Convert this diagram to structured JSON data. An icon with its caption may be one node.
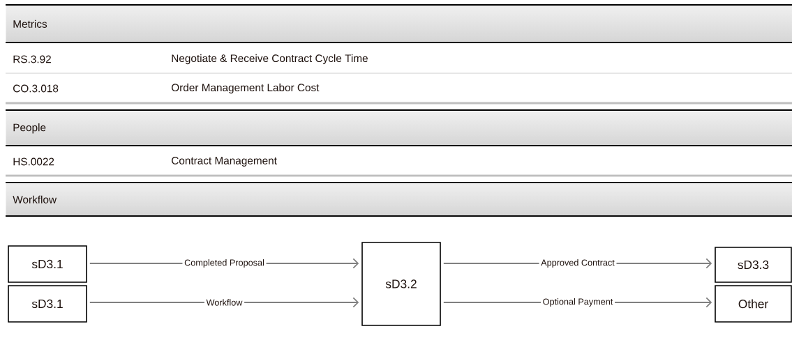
{
  "diagram": {
    "nodes": [
      {
        "text": [
          "Metrics"
        ]
      },
      {
        "text": [
          "People"
        ]
      },
      {
        "text": [
          "Workflow"
        ]
      },
      {
        "text": [
          "sD3.1"
        ]
      },
      {
        "text": [
          "sD3.1"
        ]
      },
      {
        "text": [
          "sD3.2"
        ]
      },
      {
        "text": [
          "sD3.3"
        ]
      },
      {
        "text": [
          "Other"
        ]
      }
    ],
    "edges": [
      {
        "from": 3,
        "to": 5,
        "arrow": "to",
        "label": "Completed Proposal"
      },
      {
        "from": 4,
        "to": 5,
        "arrow": "to",
        "label": "Workflow"
      },
      {
        "from": 5,
        "to": 6,
        "arrow": "to",
        "label": "Approved Contract"
      },
      {
        "from": 5,
        "to": 7,
        "arrow": "to",
        "label": "Optional Payment"
      }
    ],
    "labels": [
      "RS.3.92",
      "Negotiate & Receive Contract Cycle Time",
      "CO.3.018",
      "Order Management Labor Cost",
      "HS.0022",
      "Contract Management"
    ]
  }
}
